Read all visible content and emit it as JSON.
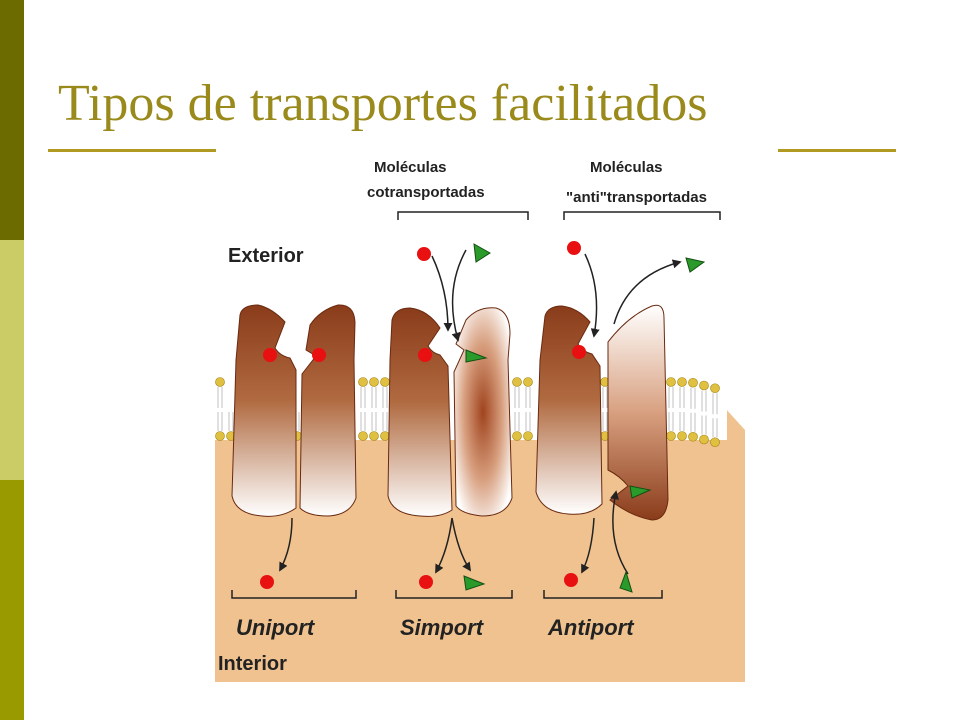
{
  "slide": {
    "title": "Tipos de transportes facilitados"
  },
  "diagram": {
    "top_labels": {
      "cotransported": [
        "Moléculas",
        "cotransportadas"
      ],
      "antitransported": [
        "Moléculas",
        "\"anti\"transportadas"
      ]
    },
    "region_labels": {
      "exterior": "Exterior",
      "interior": "Interior"
    },
    "transport_types": {
      "uniport": "Uniport",
      "simport": "Simport",
      "antiport": "Antiport"
    }
  },
  "colors": {
    "sidebar_dark": "#6b6b00",
    "sidebar_light": "#cccc66",
    "sidebar_mid": "#999900",
    "title": "#9a8a1c",
    "cytoplasm": "#f0c290",
    "protein_brown": "#8a3c1a",
    "lipid_head": "#e0c040",
    "ion_red": "#e81010",
    "molecule_green": "#2a9a2a"
  }
}
